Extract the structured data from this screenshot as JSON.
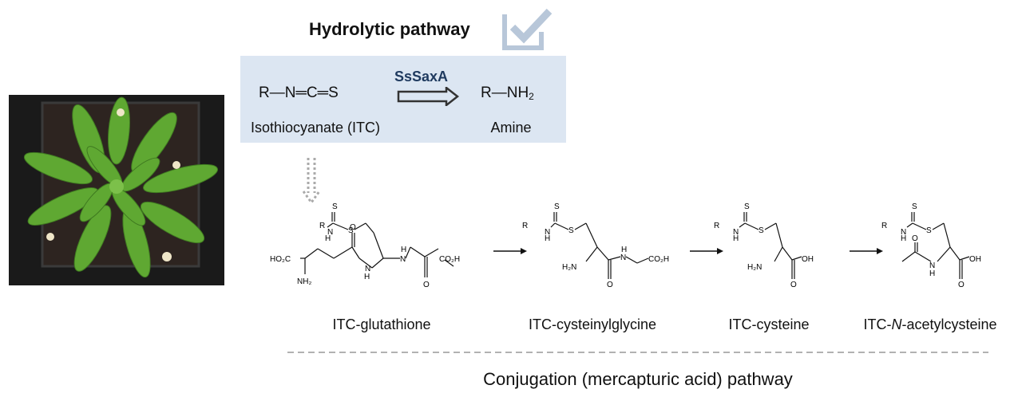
{
  "hydrolytic": {
    "title": "Hydrolytic pathway",
    "enzyme": "SsSaxA",
    "reactant_formula": "R—N═C═S",
    "reactant_name": "Isothiocyanate (ITC)",
    "product_formula_main": "R—NH",
    "product_formula_sub": "2",
    "product_name": "Amine"
  },
  "conjugation": {
    "pathway_label": "Conjugation (mercapturic acid) pathway",
    "compounds": [
      {
        "name": "ITC-glutathione"
      },
      {
        "name": "ITC-cysteinylglycine"
      },
      {
        "name": "ITC-cysteine"
      },
      {
        "name_prefix": "ITC-",
        "name_italic": "N",
        "name_suffix": "-acetylcysteine"
      }
    ]
  },
  "atom_labels": {
    "R": "R",
    "N": "N",
    "H": "H",
    "S": "S",
    "O": "O",
    "HO2C": "HO₂C",
    "CO2H": "CO₂H",
    "NH2": "NH₂",
    "H2N": "H₂N",
    "OH": "OH"
  },
  "icons": {
    "check": "checkmark-icon",
    "plant": "plant-photo",
    "arrow": "right-arrow-icon",
    "double_arrow": "double-arrow-icon",
    "dotted_arrow": "dotted-down-arrow-icon"
  },
  "colors": {
    "box_fill": "#dce6f2",
    "enzyme_text": "#1f3a5f",
    "check_icon": "#b8c7d9",
    "dashed_line": "#999999"
  }
}
